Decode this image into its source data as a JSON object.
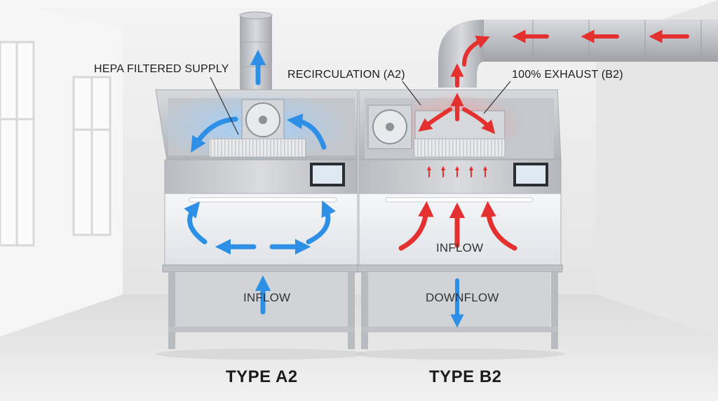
{
  "callouts": {
    "hepa_supply": "HEPA FILTERED SUPPLY",
    "recirculation": "RECIRCULATION (A2)",
    "exhaust": "100% EXHAUST (B2)"
  },
  "cabinet_a2": {
    "title": "TYPE A2",
    "flow_label": "INFLOW"
  },
  "cabinet_b2": {
    "title": "TYPE B2",
    "work_zone_label": "INFLOW",
    "lower_label": "DOWNFLOW"
  },
  "colors": {
    "supply_air": "#2e8fe6",
    "exhaust_air": "#e53030",
    "steel": "#c9ccd0"
  }
}
